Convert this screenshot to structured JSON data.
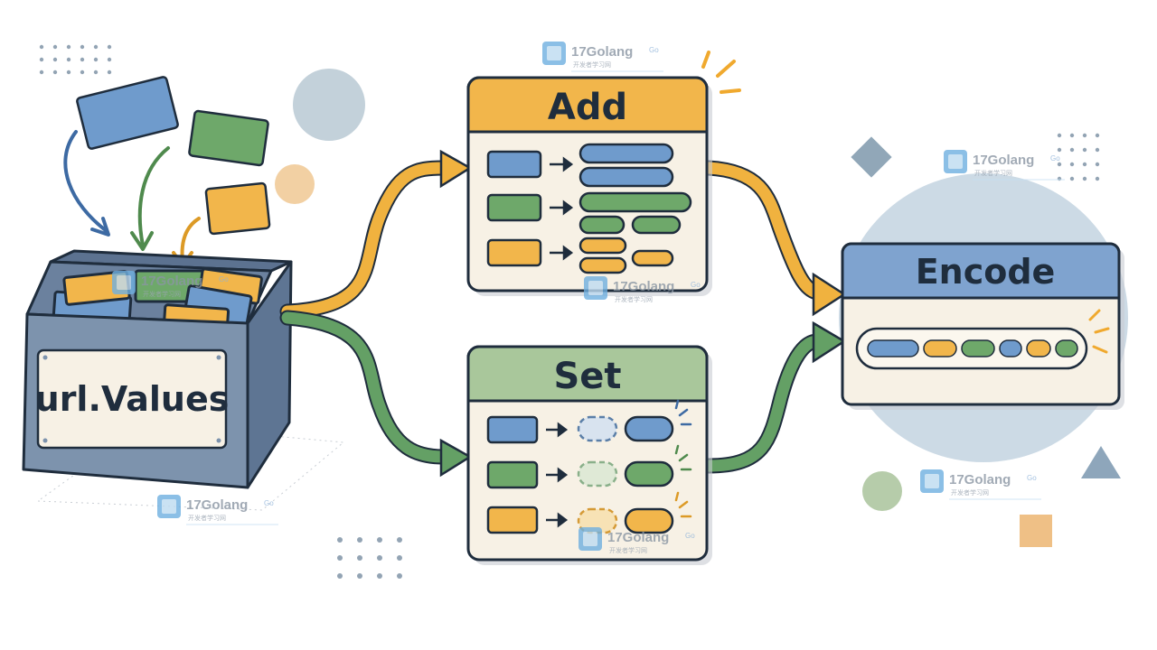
{
  "colors": {
    "blue": "#5b8bc2",
    "green": "#64a065",
    "orange": "#f0b23f",
    "outline": "#1f2d3d",
    "paper": "#f7f1e5",
    "box_body": "#7d93ad",
    "circle_bg": "#c7d6e2"
  },
  "source_box": {
    "label": "url.Values",
    "icon": "box-icon"
  },
  "panels": {
    "add": {
      "title": "Add"
    },
    "set": {
      "title": "Set"
    },
    "encode": {
      "title": "Encode"
    }
  },
  "watermark": {
    "name": "17Golang",
    "sub": "开发者学习网",
    "badge": "Go",
    "icon": "logo-icon"
  }
}
